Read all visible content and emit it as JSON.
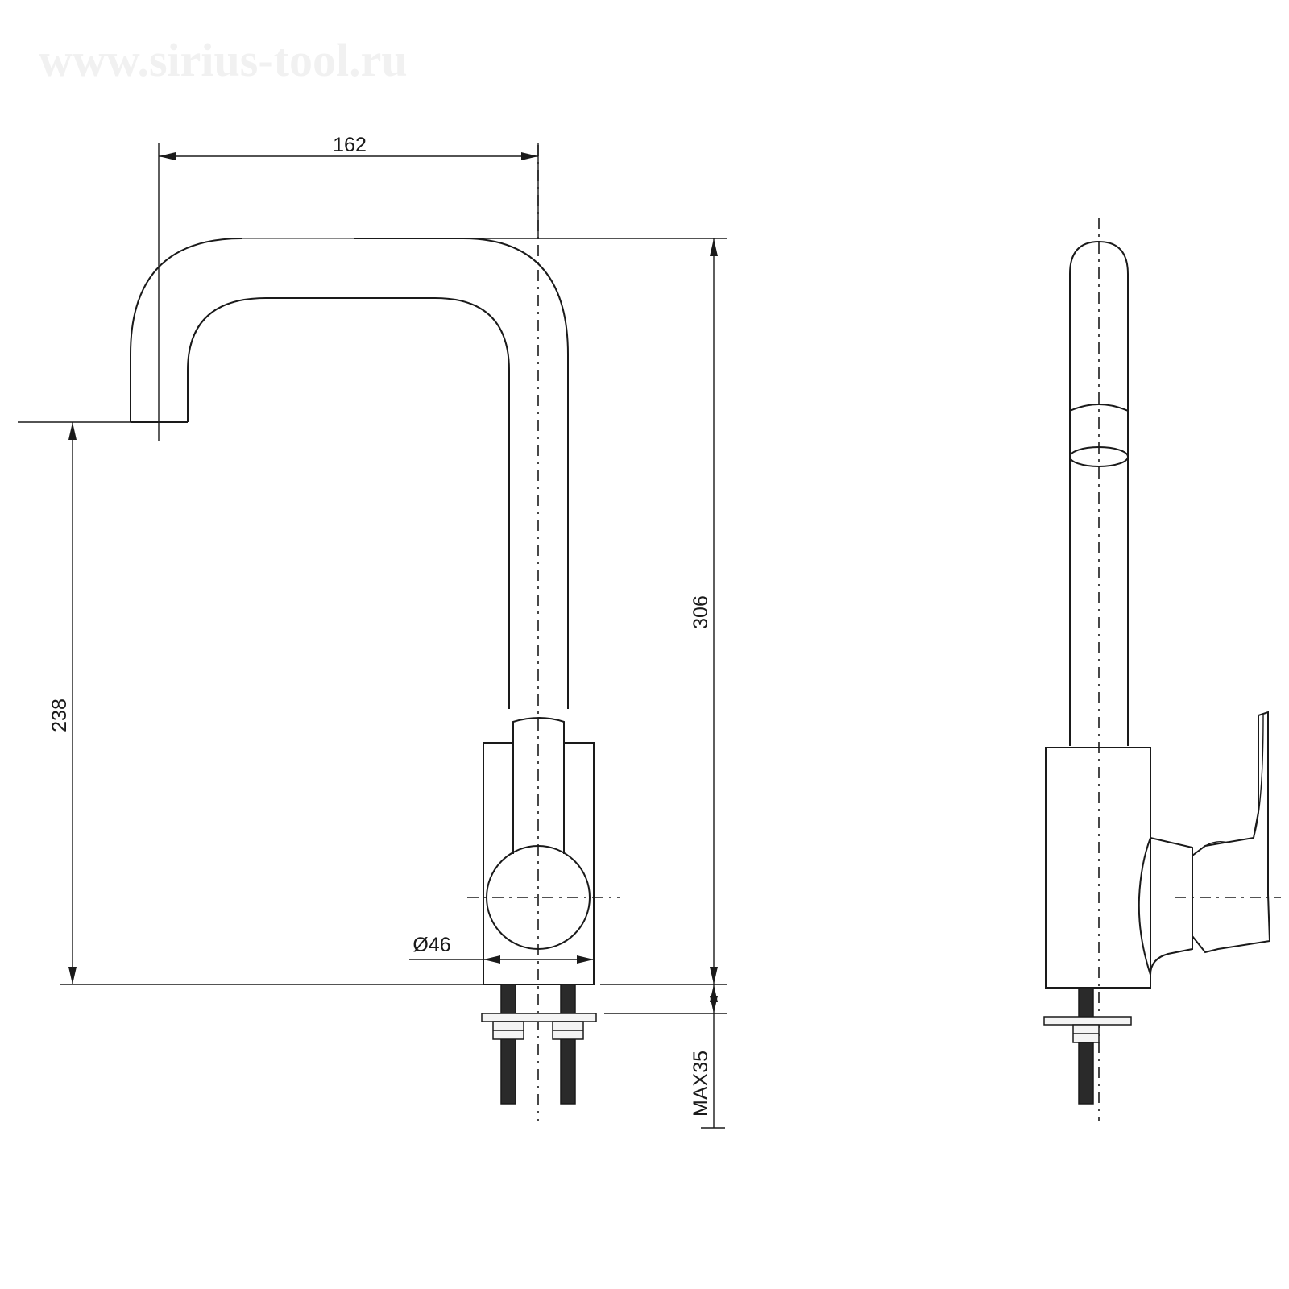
{
  "watermark": "www.sirius-tool.ru",
  "dimensions": {
    "spout_reach": "162",
    "total_height": "306",
    "spout_height": "238",
    "base_diameter": "Ø46",
    "max_countertop": "MAX35"
  },
  "colors": {
    "line": "#1a1a1a",
    "background": "#ffffff"
  }
}
